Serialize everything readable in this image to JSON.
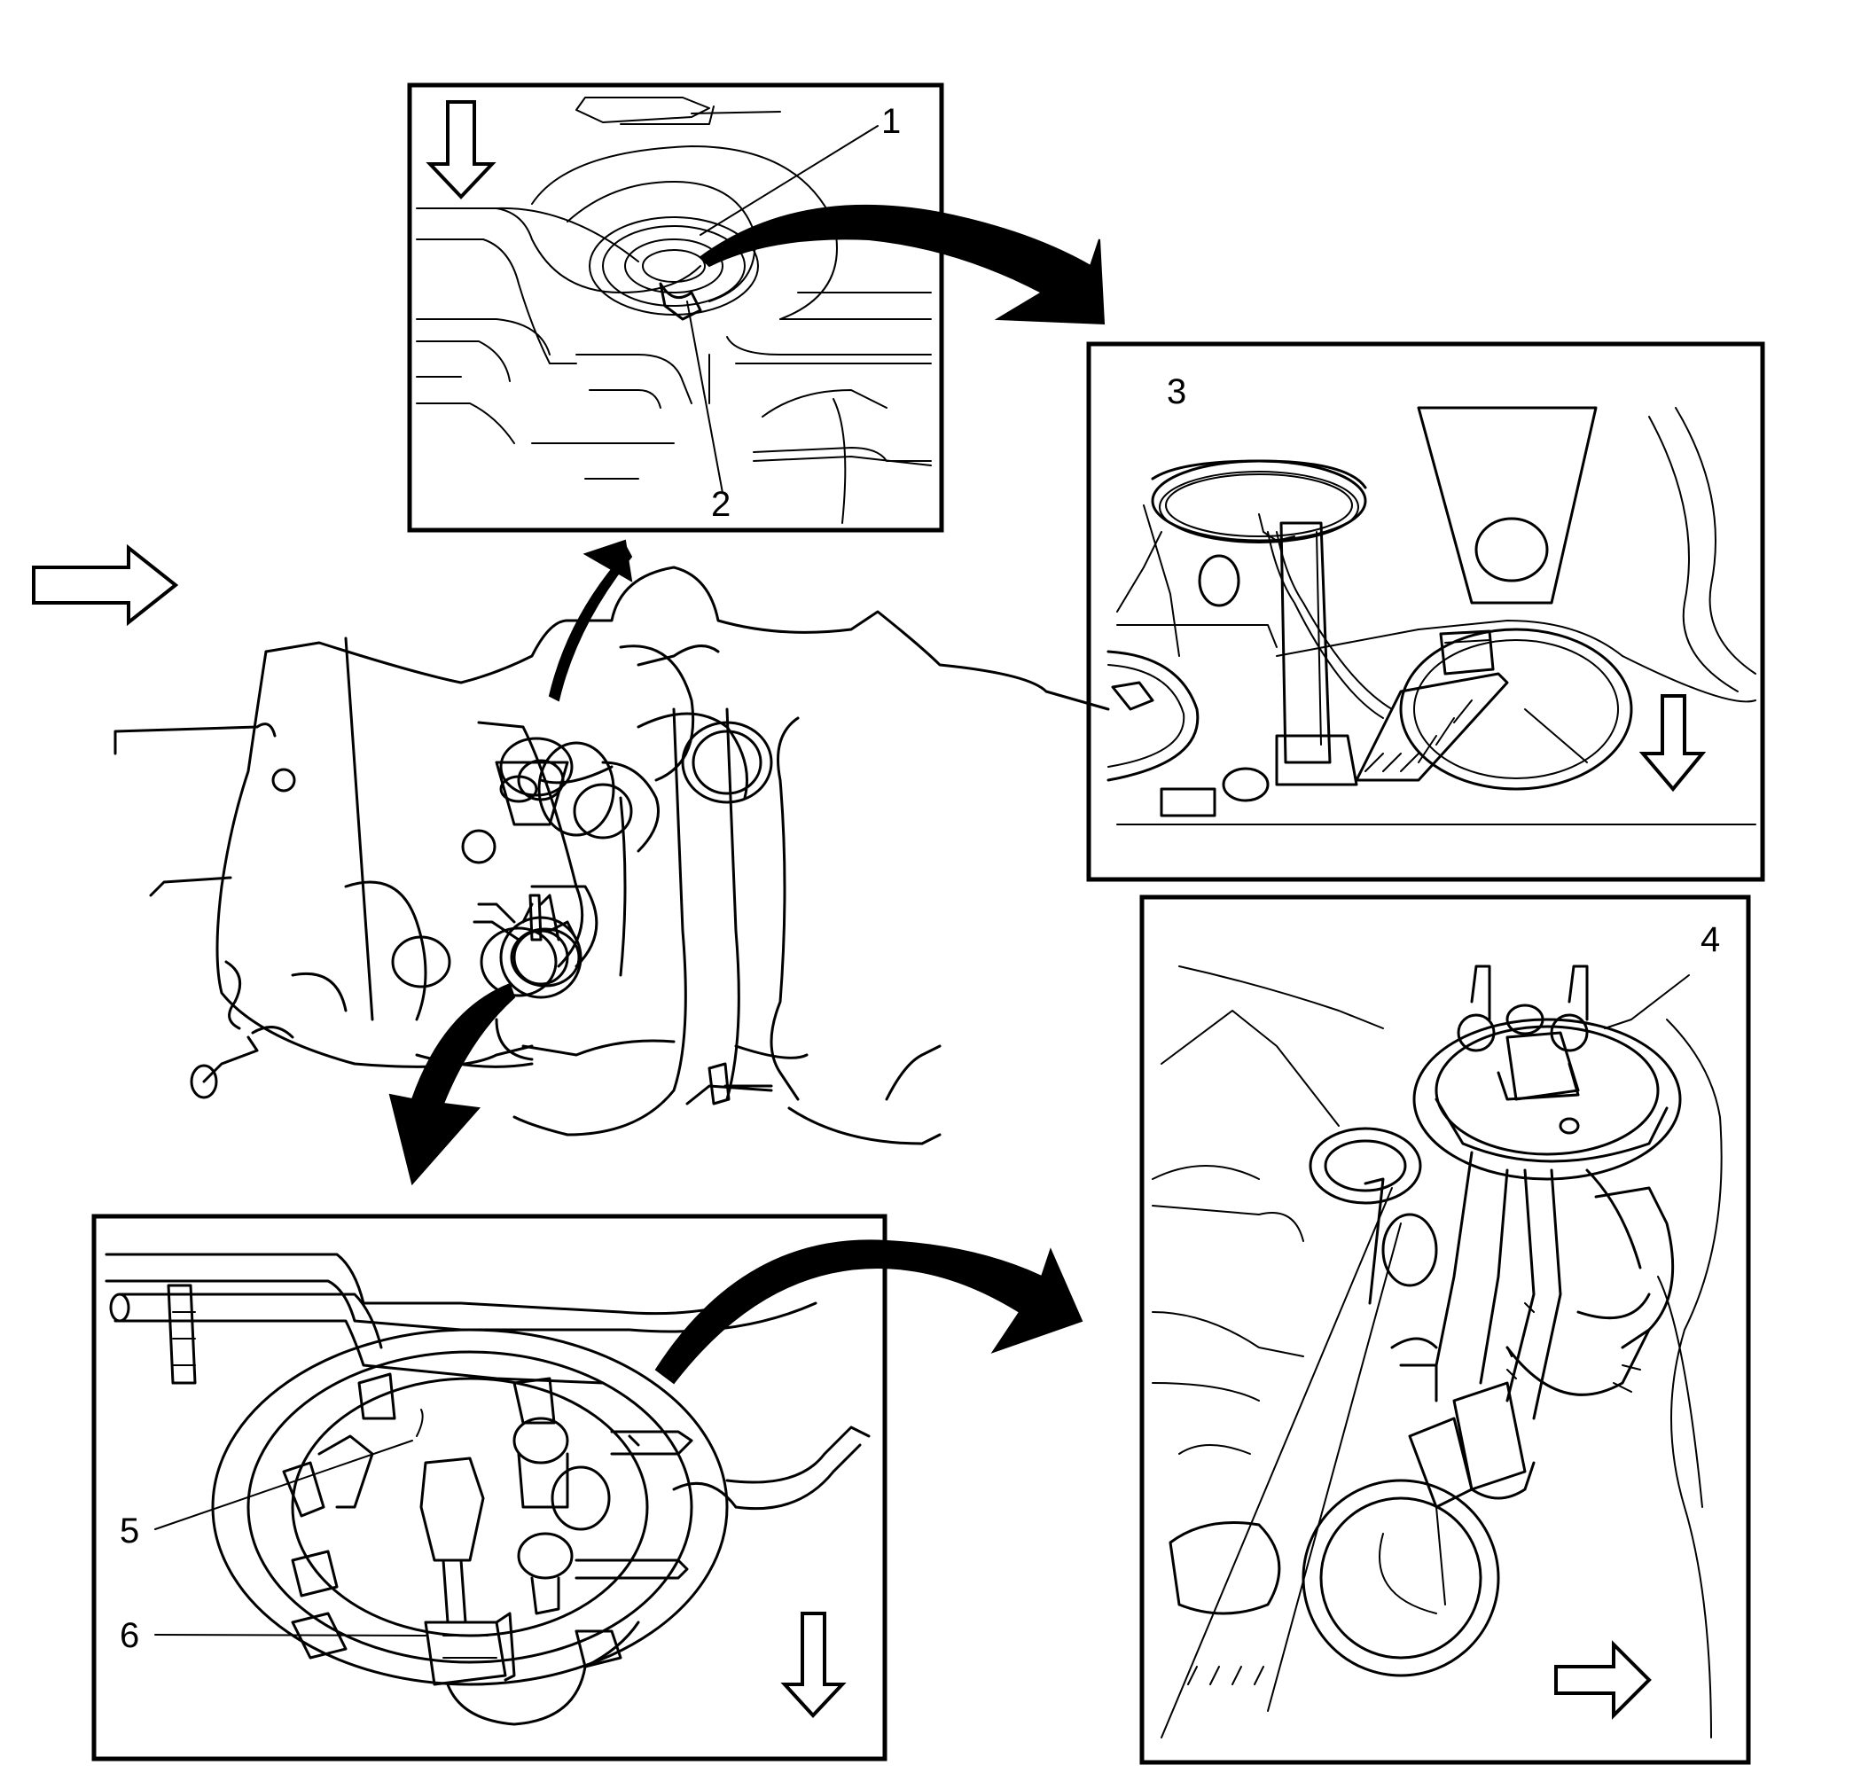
{
  "figure": {
    "callouts": [
      {
        "id": "1",
        "label": "1"
      },
      {
        "id": "2",
        "label": "2"
      },
      {
        "id": "3",
        "label": "3"
      },
      {
        "id": "4",
        "label": "4"
      },
      {
        "id": "5",
        "label": "5"
      },
      {
        "id": "6",
        "label": "6"
      }
    ],
    "icons": {
      "direction_arrow": "hollow-direction-arrow-icon",
      "flow_arrow": "curved-flow-arrow-icon"
    },
    "colors": {
      "ink": "#000000",
      "paper": "#ffffff"
    }
  }
}
